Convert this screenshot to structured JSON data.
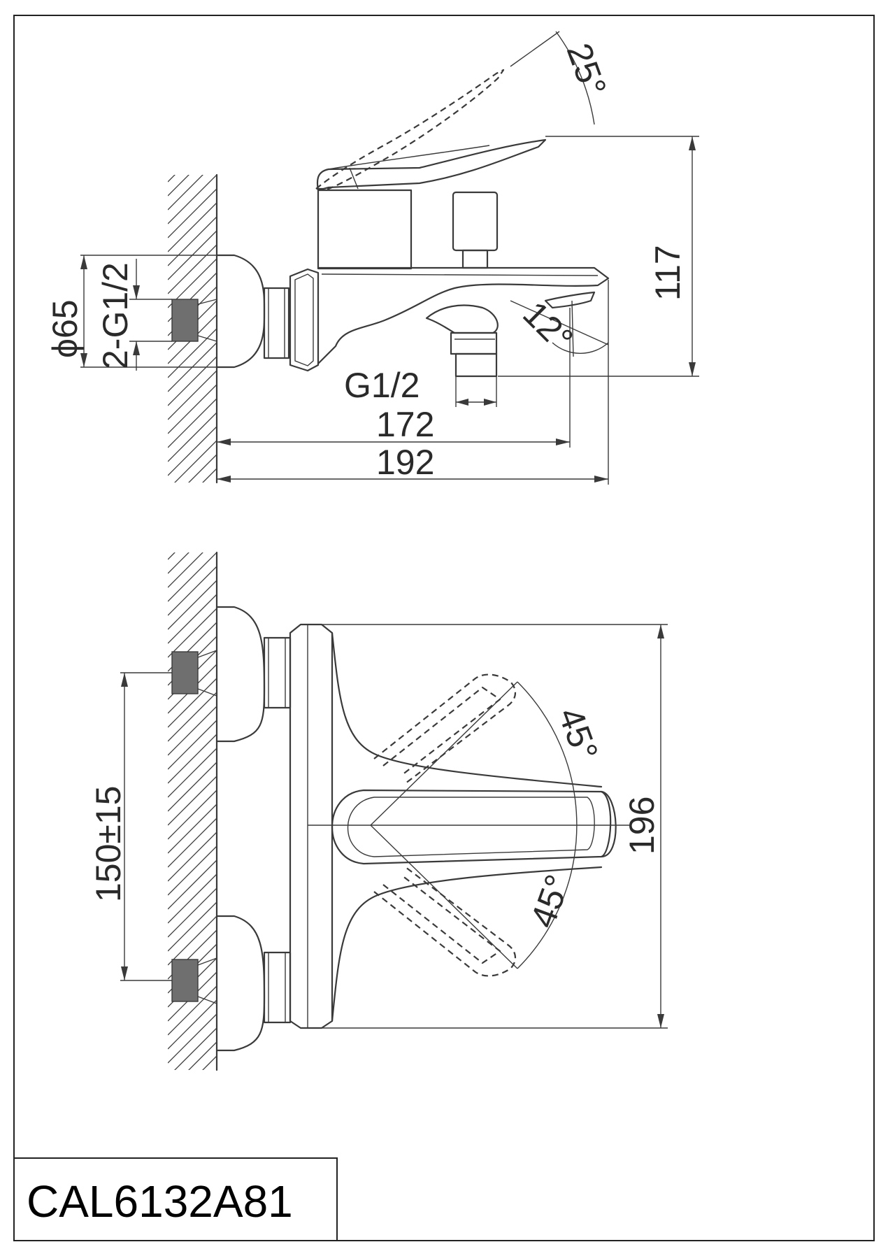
{
  "title_block": {
    "model_code": "CAL6132A81"
  },
  "side_view": {
    "dimensions": {
      "handle_angle": "25°",
      "height": "117",
      "flange_diameter": "ϕ65",
      "inlet_thread": "2-G1/2",
      "outlet_angle": "12°",
      "outlet_thread": "G1/2",
      "spout_reach": "172",
      "overall_depth": "192"
    }
  },
  "top_view": {
    "dimensions": {
      "handle_swing_upper": "45°",
      "handle_swing_lower": "45°",
      "overall_width": "196",
      "inlet_centers": "150±15"
    }
  }
}
